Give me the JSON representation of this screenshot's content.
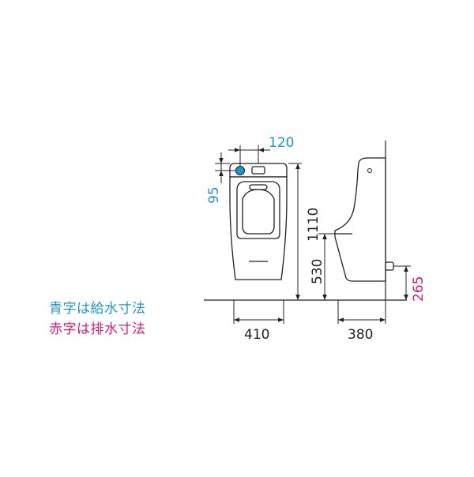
{
  "colors": {
    "supply": "#2196c8",
    "drain": "#d81b72",
    "line": "#231f20",
    "fill": "#ffffff"
  },
  "dimensions": {
    "supply_width": "120",
    "supply_height": "95",
    "front_width": "410",
    "total_height": "1110",
    "trap_height": "530",
    "side_depth": "380",
    "drain_height": "265"
  },
  "legend": {
    "supply": "青字は給水寸法",
    "drain": "赤字は排水寸法"
  }
}
